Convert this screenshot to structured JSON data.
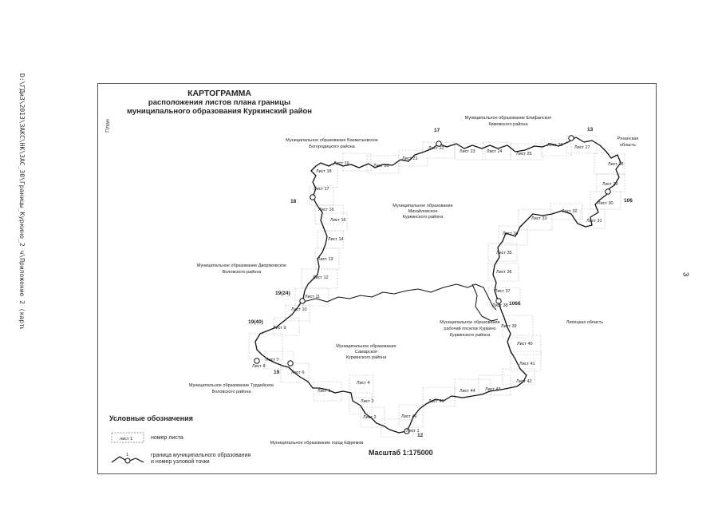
{
  "side_text": "D:\\ГДиЗ\\2013\\ЗАКС\\НК\\ЗАС_30\\Границы_Куркино_2 ч\\Приложение 2 (карты).doc",
  "page_number": "3",
  "stamp_text": "План",
  "title": {
    "line1": "КАРТОГРАММА",
    "line2": "расположения листов плана границы",
    "line3": "муниципального образования Куркинский район"
  },
  "areas": {
    "bakhmetyevskoe": [
      "Муниципальное образование Бахметьевское",
      "Богородицкого района"
    ],
    "epifanskoe": [
      "Муниципальное образование Епифанское",
      "Кимовского района"
    ],
    "ryazan": [
      "Рязанская",
      "область"
    ],
    "mikhailovskoe": [
      "Муниципальное образование",
      "Михайловское",
      "Куркинского района"
    ],
    "dvoryankovskoe": [
      "Муниципальное образование Дворяковское",
      "Воловского района"
    ],
    "lipetsk": "Липецкая область",
    "kurkino_settlement": [
      "Муниципальное образование",
      "рабочий поселок Куркино",
      "Куркинского района"
    ],
    "samarskoe": [
      "Муниципальное образование",
      "Самарское",
      "Куркинского района"
    ],
    "turdeyskoe": [
      "Муниципальное образование Турдейское",
      "Воловского района"
    ],
    "efremov": "Муниципальное образование город Ефремов"
  },
  "sheets": [
    "Лист 1",
    "Лист 2",
    "Лист 3",
    "Лист 4",
    "Лист 5",
    "Лист 6",
    "Лист 7",
    "Лист 8",
    "Лист 9",
    "Лист 10",
    "Лист 11",
    "Лист 12",
    "Лист 13",
    "Лист 14",
    "Лист 15",
    "Лист 16",
    "Лист 17",
    "Лист 18",
    "Лист 19",
    "Лист 20",
    "Лист 21",
    "Лист 22",
    "Лист 23",
    "Лист 24",
    "Лист 25",
    "Лист 26",
    "Лист 27",
    "Лист 28",
    "Лист 29",
    "Лист 30",
    "Лист 31",
    "Лист 32",
    "Лист 33",
    "Лист 34",
    "Лист 35",
    "Лист 36",
    "Лист 37",
    "Лист 38",
    "Лист 39",
    "Лист 40",
    "Лист 41",
    "Лист 42",
    "Лист 43",
    "Лист 44",
    "Лист 45",
    "Лист 46"
  ],
  "nodes": [
    "17",
    "13",
    "106",
    "18",
    "19(24)",
    "19(40)",
    "19",
    "1066",
    "12"
  ],
  "legend": {
    "title": "Условные обозначения",
    "sheet_sample": "лист 1",
    "sheet_label": "номер листа",
    "boundary_label": [
      "граница муниципального образования",
      "и номер узловой точки"
    ],
    "node_sample": "1"
  },
  "scale": "Масштаб 1:175000"
}
